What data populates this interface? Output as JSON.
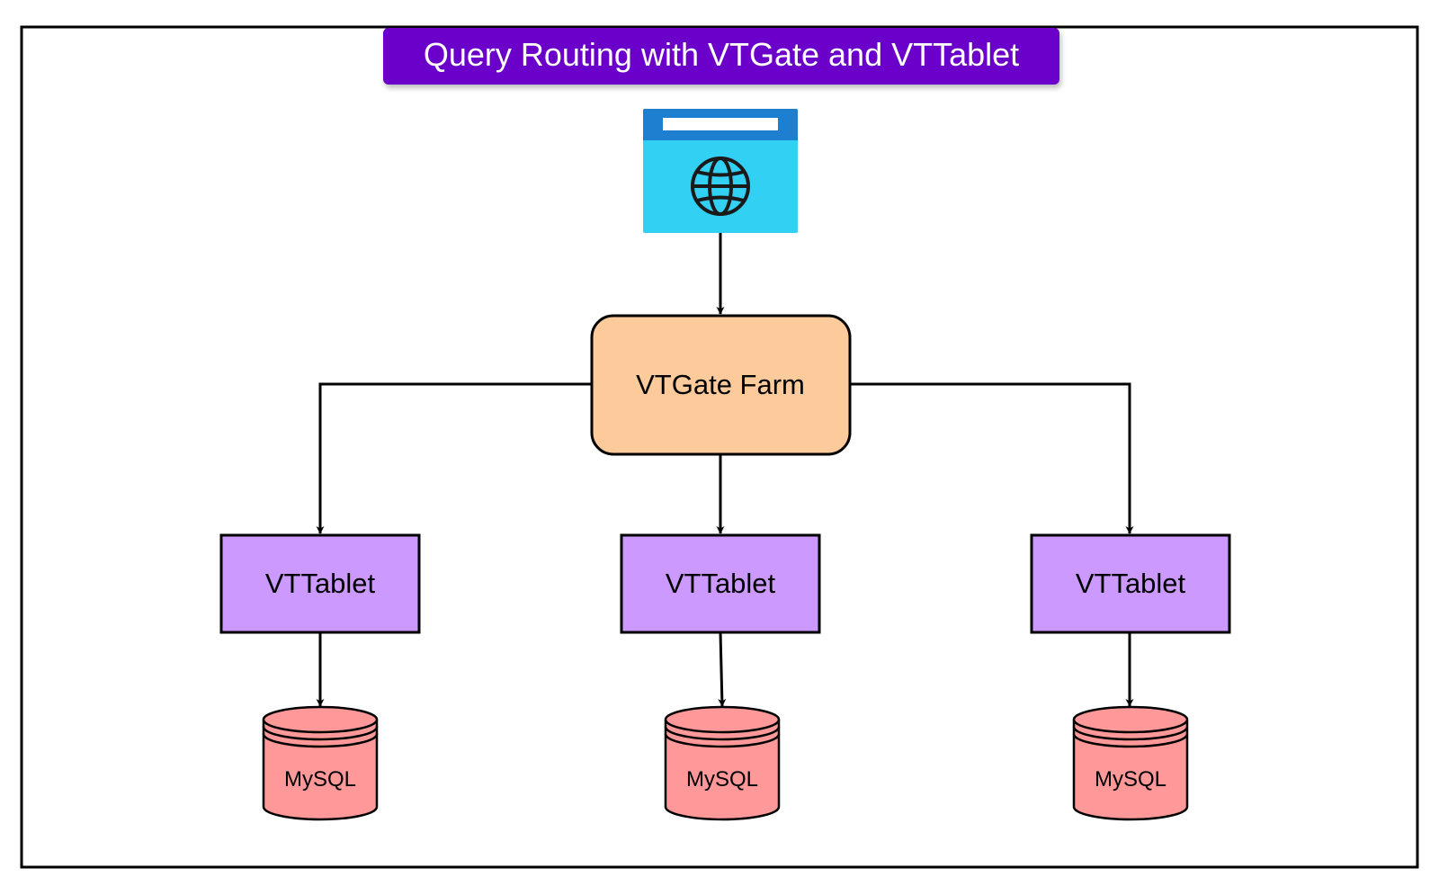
{
  "title": "Query Routing with VTGate and VTTablet",
  "colors": {
    "title_bg": "#6a06c9",
    "title_text": "#ffffff",
    "browser_top": "#1e7fd0",
    "browser_body": "#32d0f2",
    "browser_bar": "#ffffff",
    "globe": "#1a1a1a",
    "vtgate_fill": "#fdcb9b",
    "vttablet_fill": "#cc99ff",
    "mysql_fill": "#ff9999",
    "stroke": "#000000"
  },
  "client": {
    "icon": "web-browser-globe-icon"
  },
  "vtgate": {
    "label": "VTGate Farm"
  },
  "tablets": [
    {
      "label": "VTTablet",
      "db_label": "MySQL"
    },
    {
      "label": "VTTablet",
      "db_label": "MySQL"
    },
    {
      "label": "VTTablet",
      "db_label": "MySQL"
    }
  ]
}
